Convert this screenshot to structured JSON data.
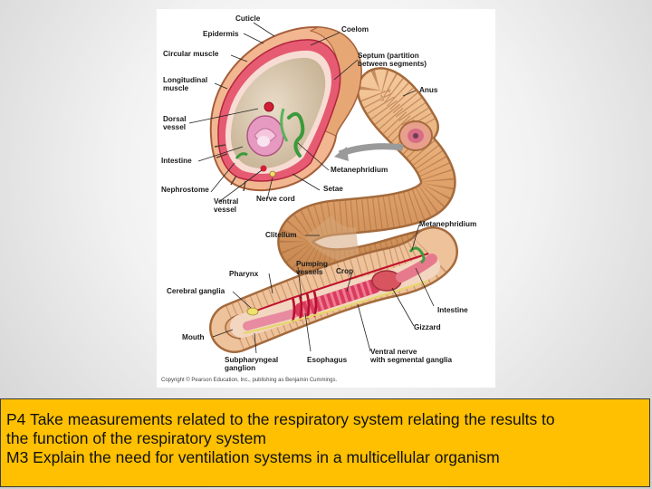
{
  "figure": {
    "labels": {
      "cuticle": "Cuticle",
      "epidermis": "Epidermis",
      "circular_muscle": "Circular muscle",
      "longitudinal_muscle_1": "Longitudinal",
      "longitudinal_muscle_2": "muscle",
      "dorsal_vessel_1": "Dorsal",
      "dorsal_vessel_2": "vessel",
      "intestine_top": "Intestine",
      "nephrostome": "Nephrostome",
      "ventral_vessel_1": "Ventral",
      "ventral_vessel_2": "vessel",
      "nerve_cord": "Nerve cord",
      "coelom": "Coelom",
      "septum_1": "Septum (partition",
      "septum_2": "between segments)",
      "anus": "Anus",
      "metanephridium_top": "Metanephridium",
      "setae": "Setae",
      "metanephridium_right": "Metanephridium",
      "clitellum": "Clitellum",
      "pumping_vessels_1": "Pumping",
      "pumping_vessels_2": "vessels",
      "pharynx": "Pharynx",
      "crop": "Crop",
      "cerebral_ganglia": "Cerebral ganglia",
      "intestine_bottom": "Intestine",
      "gizzard": "Gizzard",
      "mouth": "Mouth",
      "subpharyngeal_1": "Subpharyngeal",
      "subpharyngeal_2": "ganglion",
      "esophagus": "Esophagus",
      "ventral_nerve_1": "Ventral nerve",
      "ventral_nerve_2": "with segmental ganglia"
    },
    "credit": "Copyright © Pearson Education, Inc., publishing as Benjamin Cummings."
  },
  "caption": {
    "line1": "P4 Take measurements related to the respiratory system relating the results to",
    "line2": "the function of the respiratory system",
    "line3": "M3 Explain the need for ventilation systems in a multicellular organism"
  }
}
